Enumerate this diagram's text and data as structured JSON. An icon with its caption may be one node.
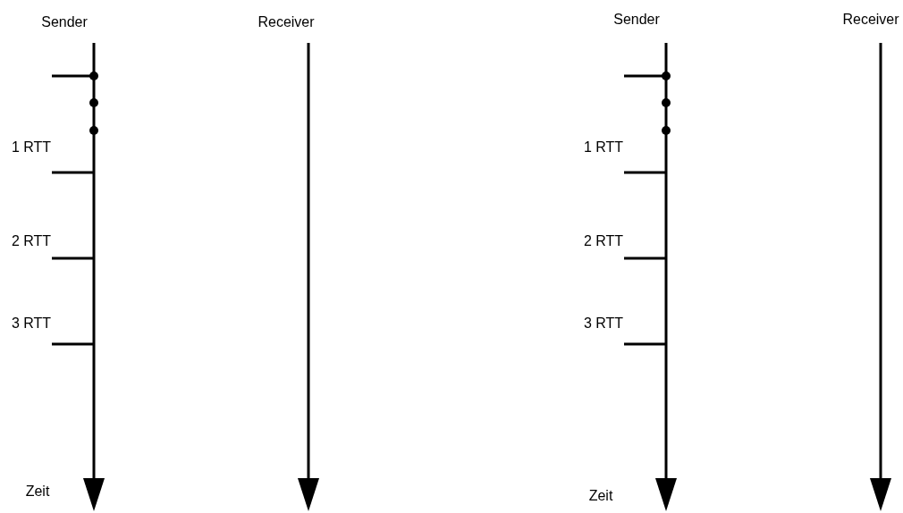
{
  "diagram": {
    "labels": [
      "Sender",
      "Receiver",
      "Sender",
      "Receiver",
      "1 RTT",
      "1 RTT",
      "2 RTT",
      "2 RTT",
      "3 RTT",
      "3 RTT",
      "Zeit",
      "Zeit"
    ]
  }
}
